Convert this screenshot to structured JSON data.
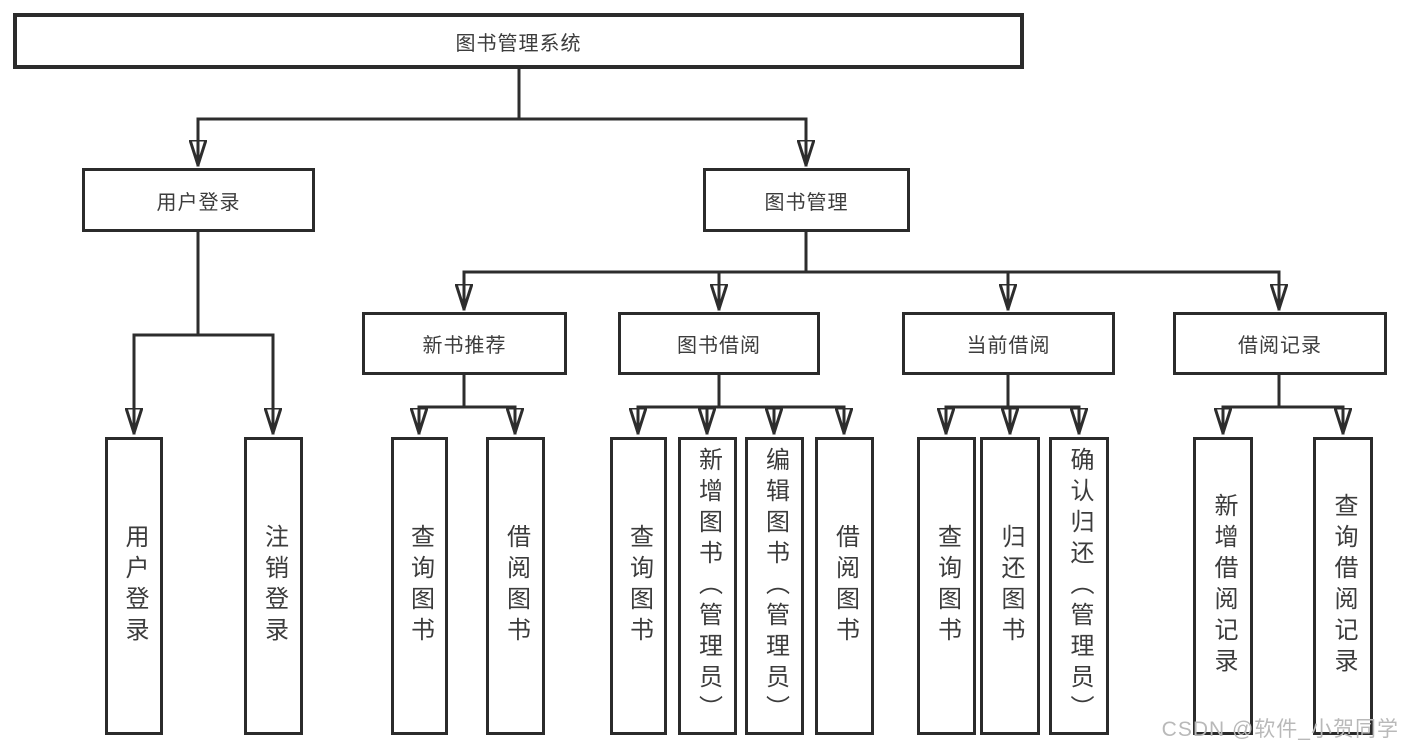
{
  "tree": {
    "label": "图书管理系统",
    "children": [
      {
        "label": "用户登录",
        "children": [
          {
            "label": "用户登录"
          },
          {
            "label": "注销登录"
          }
        ]
      },
      {
        "label": "图书管理",
        "children": [
          {
            "label": "新书推荐",
            "children": [
              {
                "label": "查询图书"
              },
              {
                "label": "借阅图书"
              }
            ]
          },
          {
            "label": "图书借阅",
            "children": [
              {
                "label": "查询图书"
              },
              {
                "label": "新增图书（管理员）"
              },
              {
                "label": "编辑图书（管理员）"
              },
              {
                "label": "借阅图书"
              }
            ]
          },
          {
            "label": "当前借阅",
            "children": [
              {
                "label": "查询图书"
              },
              {
                "label": "归还图书"
              },
              {
                "label": "确认归还（管理员）"
              }
            ]
          },
          {
            "label": "借阅记录",
            "children": [
              {
                "label": "新增借阅记录"
              },
              {
                "label": "查询借阅记录"
              }
            ]
          }
        ]
      }
    ]
  },
  "watermark": {
    "text": "CSDN @软件_小贺同学"
  }
}
